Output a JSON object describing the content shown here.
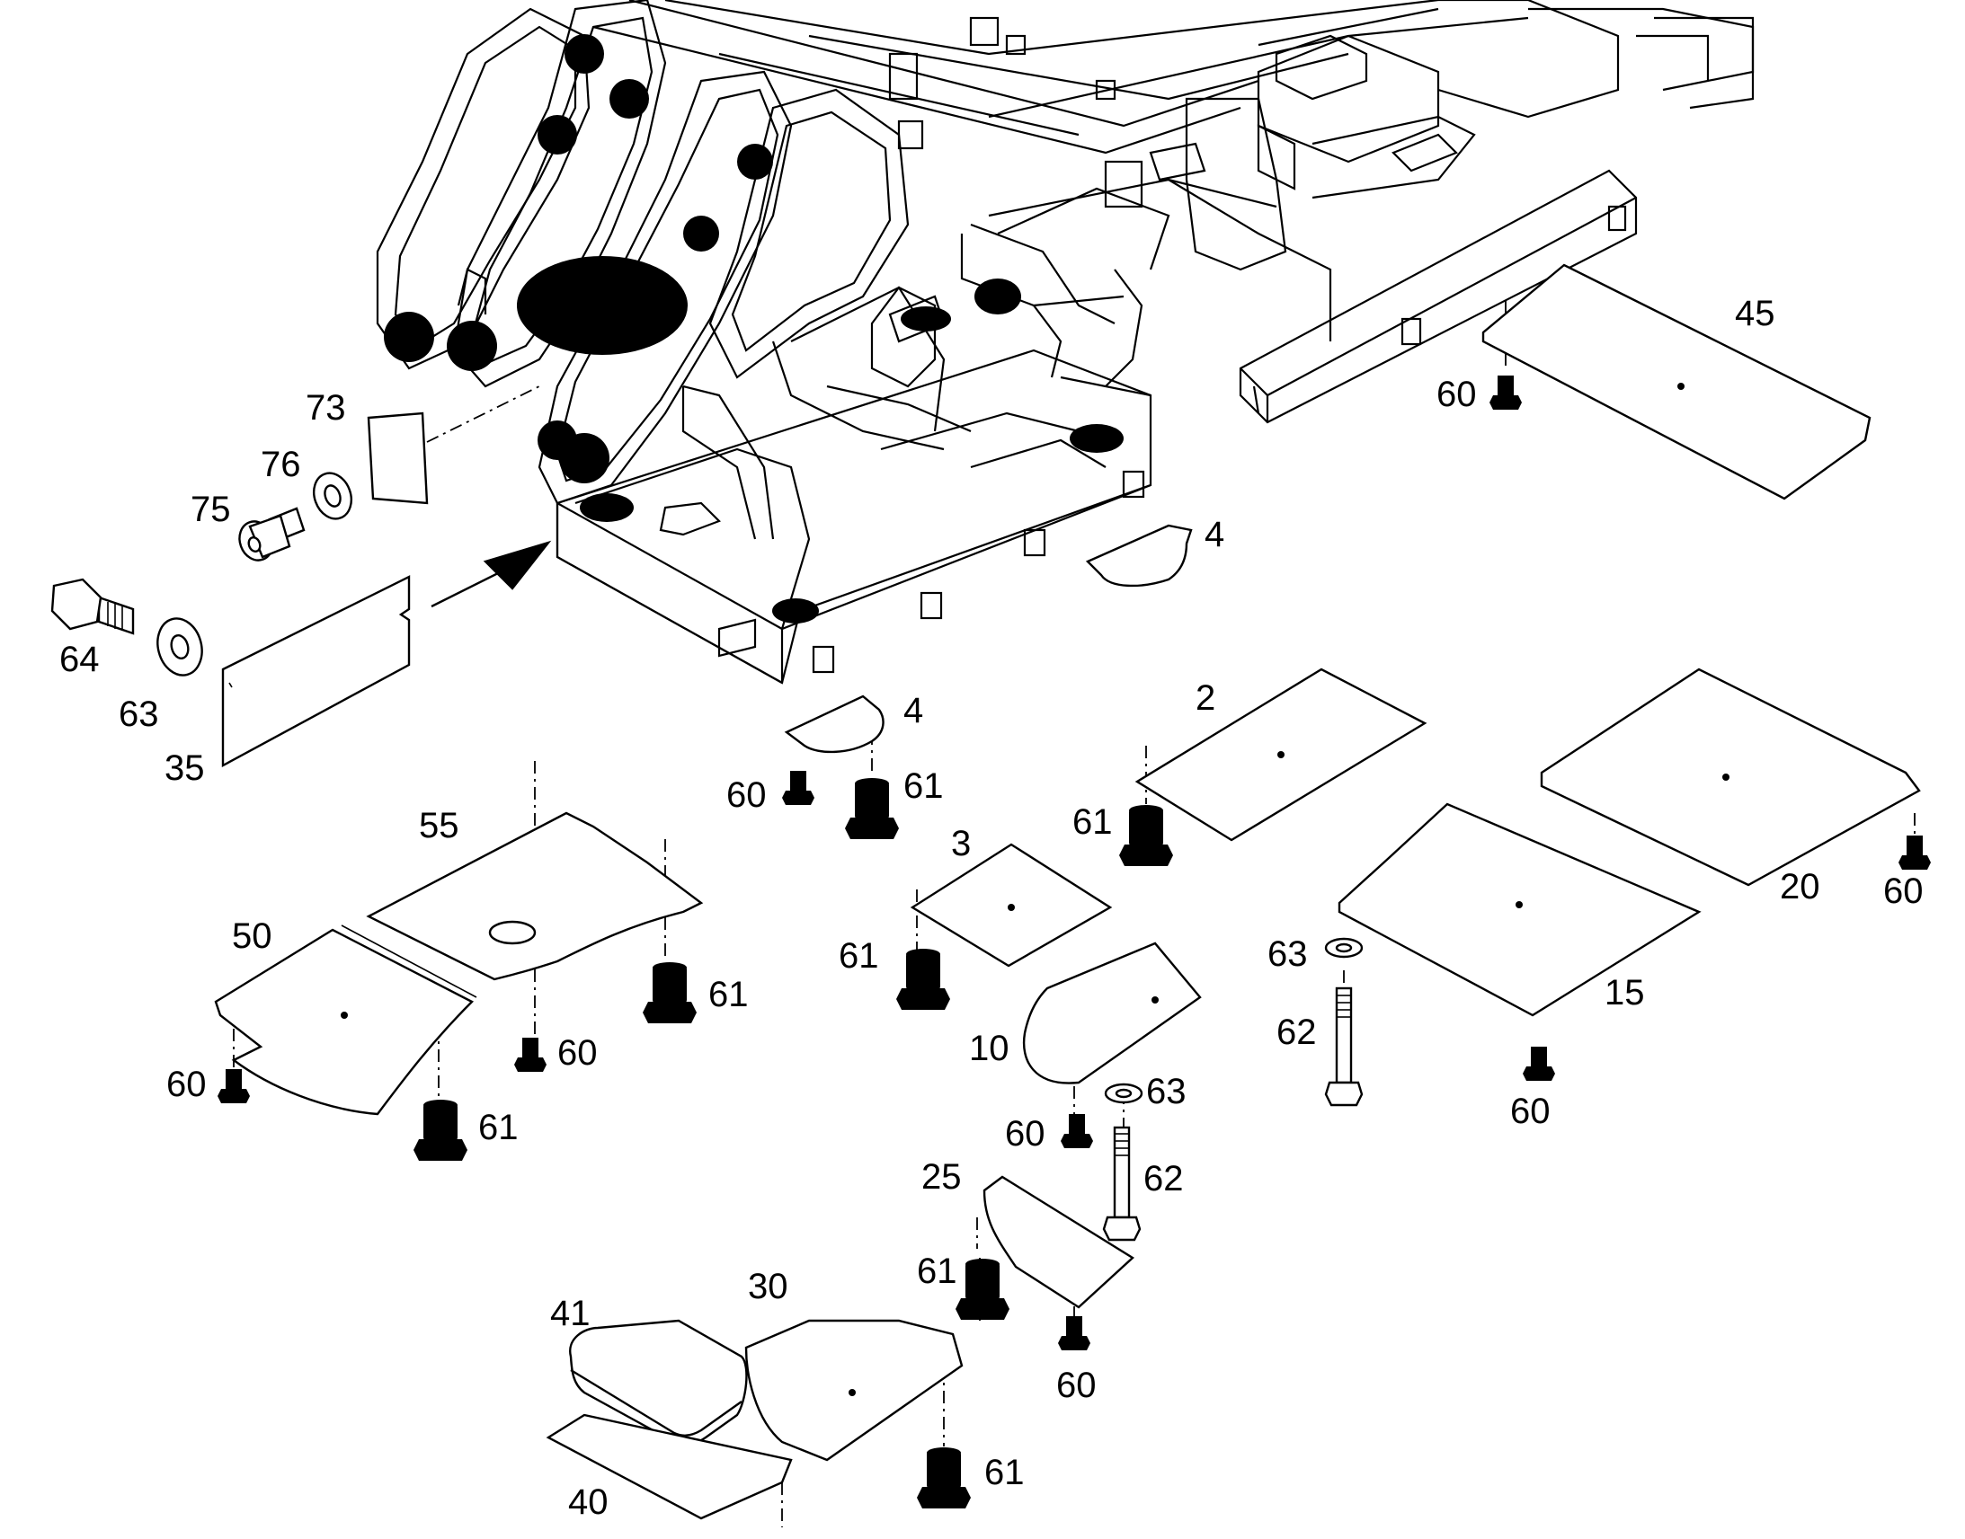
{
  "callouts": {
    "c73": "73",
    "c76": "76",
    "c75": "75",
    "c64": "64",
    "c63a": "63",
    "c35": "35",
    "c45": "45",
    "c60a": "60",
    "c4a": "4",
    "c4b": "4",
    "c60b": "60",
    "c61a": "61",
    "c2": "2",
    "c61b": "61",
    "c55": "55",
    "c3": "3",
    "c61c": "61",
    "c50": "50",
    "c61d": "61",
    "c60c": "60",
    "c60d": "60",
    "c61e": "61",
    "c10": "10",
    "c63b": "63",
    "c60e": "60",
    "c62a": "62",
    "c25": "25",
    "c61f": "61",
    "c60f": "60",
    "c30": "30",
    "c41": "41",
    "c40": "40",
    "c61g": "61",
    "c20": "20",
    "c60g": "60",
    "c63c": "63",
    "c15": "15",
    "c62b": "62",
    "c60h": "60"
  }
}
